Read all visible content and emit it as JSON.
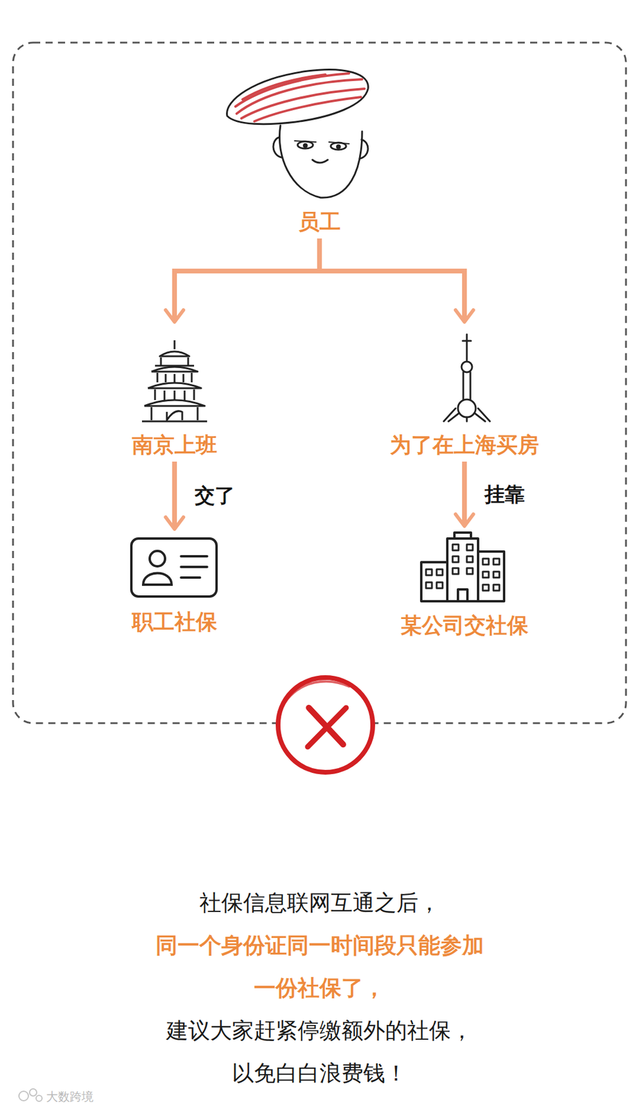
{
  "diagram": {
    "nodes": [
      {
        "text": [
          "员工"
        ]
      },
      {
        "text": [
          "南京上班"
        ]
      },
      {
        "text": [
          "为了在上海买房"
        ]
      },
      {
        "text": [
          "职工社保"
        ]
      },
      {
        "text": [
          "某公司交社保"
        ]
      }
    ],
    "edges": [
      {
        "from": 0,
        "to": 1,
        "arrow": "to"
      },
      {
        "from": 0,
        "to": 2,
        "arrow": "to"
      },
      {
        "from": 1,
        "to": 3,
        "label": "交了",
        "arrow": "to"
      },
      {
        "from": 2,
        "to": 4,
        "label": "挂靠",
        "arrow": "to"
      }
    ],
    "labels": [
      "社保信息联网互通之后，",
      "同一个身份证同一时间段只能参加一份社保了，",
      "建议大家赶紧停缴额外的社保，以免白白浪费钱！",
      "大数跨境"
    ]
  }
}
